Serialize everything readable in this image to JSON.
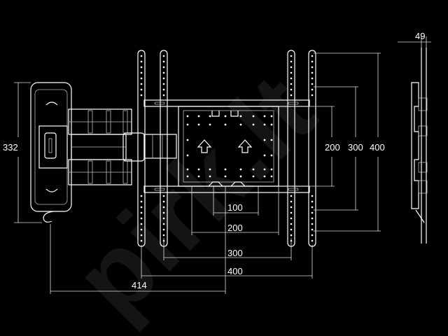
{
  "watermark": "pirk.lt",
  "dimensions": {
    "left_height": "332",
    "depth": "49",
    "v_200": "200",
    "v_300": "300",
    "v_400": "400",
    "h_100": "100",
    "h_200": "200",
    "h_300": "300",
    "h_400": "400",
    "h_414": "414"
  },
  "colors": {
    "background": "#000000",
    "line": "#ffffff"
  }
}
